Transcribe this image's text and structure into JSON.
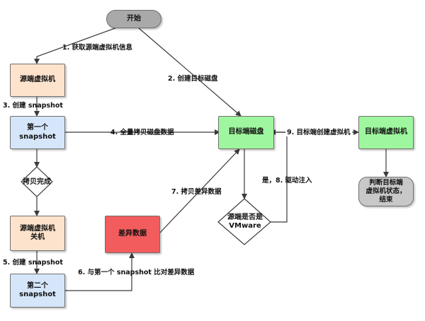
{
  "colors": {
    "start_fill": "#a9a9a9",
    "source_vm_fill": "#fde3cc",
    "snapshot_fill": "#d5e6fb",
    "target_fill": "#9ef79e",
    "diff_fill": "#f25c5c",
    "end_fill": "#c8c8c8",
    "decision_fill": "#ffffff",
    "line": "#3a3a3a"
  },
  "nodes": {
    "start": "开始",
    "source_vm": "源端虚拟机",
    "snapshot1": "第一个\nsnapshot",
    "copy_done": "拷贝完成",
    "source_shutdown": "源端虚拟机\n关机",
    "snapshot2": "第二个\nsnapshot",
    "diff_data": "差异数据",
    "target_disk": "目标端磁盘",
    "is_vmware": "源端是否是\nVMware",
    "target_vm": "目标端虚拟机",
    "end": "判断目标端\n虚拟机状态，\n结束"
  },
  "edges": {
    "e1": "1. 获取源端虚拟机信息",
    "e2": "2. 创建目标磁盘",
    "e3": "3. 创建 snapshot",
    "e4": "4. 全量拷贝磁盘数据",
    "e5": "5. 创建 snapshot",
    "e6": "6. 与第一个 snapshot 比对差异数据",
    "e7": "7. 拷贝差异数据",
    "e8": "是，8. 驱动注入",
    "e9": "9. 目标端创建虚拟机"
  }
}
